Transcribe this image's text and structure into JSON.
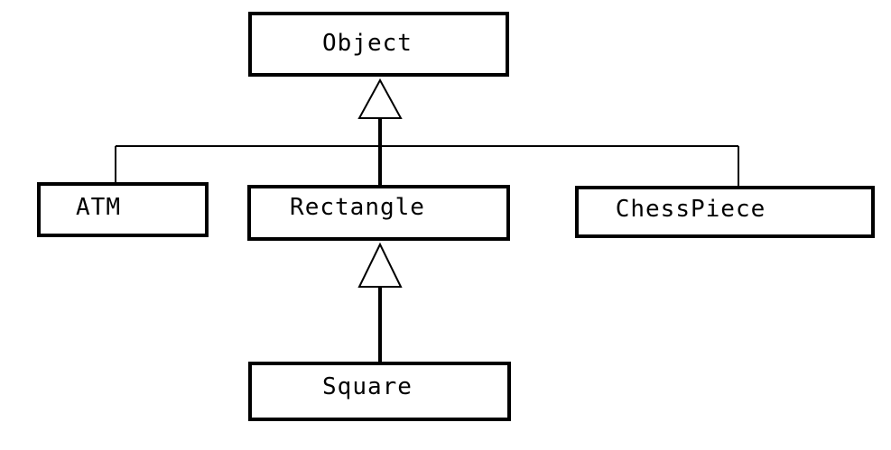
{
  "classes": {
    "object": "Object",
    "atm": "ATM",
    "rectangle": "Rectangle",
    "chesspiece": "ChessPiece",
    "square": "Square"
  },
  "colors": {
    "stroke": "#000000",
    "fill": "#ffffff"
  }
}
